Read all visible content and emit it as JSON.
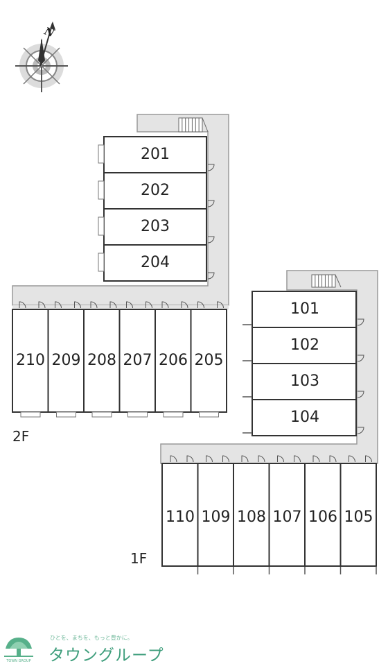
{
  "compass": {
    "north_label": "N",
    "icon": "compass-rose-icon"
  },
  "floors": {
    "second": {
      "label": "2F",
      "top_row": [
        "201",
        "202",
        "203",
        "204"
      ],
      "bottom_row": [
        "210",
        "209",
        "208",
        "207",
        "206",
        "205"
      ]
    },
    "first": {
      "label": "1F",
      "top_row": [
        "101",
        "102",
        "103",
        "104"
      ],
      "bottom_row": [
        "110",
        "109",
        "108",
        "107",
        "106",
        "105"
      ]
    }
  },
  "brand": {
    "tagline": "ひとを、まちを、もっと豊かに。",
    "name": "タウングループ",
    "logo_caption": "TOWN GROUP",
    "color": "#3f9e7c"
  },
  "colors": {
    "corridor": "#e4e4e4",
    "wall": "#333333",
    "outline": "#999999"
  }
}
